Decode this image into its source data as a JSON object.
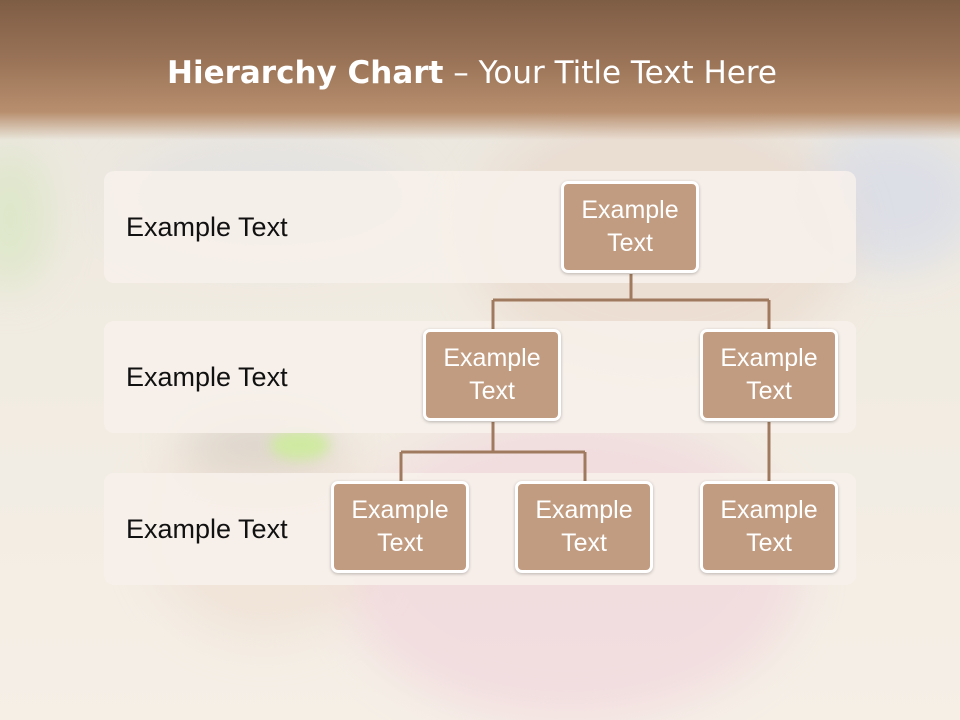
{
  "slide": {
    "title_bold": "Hierarchy Chart",
    "title_rest": " – Your Title Text Here"
  },
  "bands": [
    {
      "label": "Example Text"
    },
    {
      "label": "Example Text"
    },
    {
      "label": "Example Text"
    }
  ],
  "nodes": {
    "root": {
      "text": "Example Text"
    },
    "level2_left": {
      "text": "Example Text"
    },
    "level2_right": {
      "text": "Example Text"
    },
    "level3_a": {
      "text": "Example Text"
    },
    "level3_b": {
      "text": "Example Text"
    },
    "level3_c": {
      "text": "Example Text"
    }
  },
  "colors": {
    "node_fill": "#c29c80",
    "node_border": "#ffffff",
    "connector": "#a07a5e",
    "title_bar": "#8c6a50"
  }
}
